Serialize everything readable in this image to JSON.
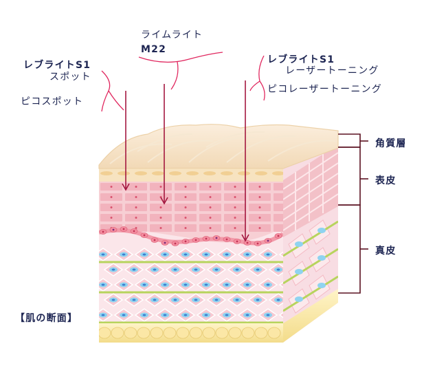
{
  "labels": {
    "lime_light": "ライムライト",
    "m22": "M22",
    "revlite_s1_spot_line1": "レブライトS1",
    "revlite_s1_spot_line2": "スポット",
    "pico_spot": "ピコスポット",
    "revlite_s1_toning_line1": "レブライトS1",
    "revlite_s1_toning_line2": "レーザートーニング",
    "pico_toning": "ピコレーザートーニング",
    "stratum_corneum": "角質層",
    "epidermis": "表皮",
    "dermis": "真皮",
    "caption": "【肌の断面】"
  },
  "colors": {
    "arrow": "#a3173f",
    "bracket": "#5a1020",
    "pointer_line": "#e0265e",
    "text": "#1d2552"
  }
}
